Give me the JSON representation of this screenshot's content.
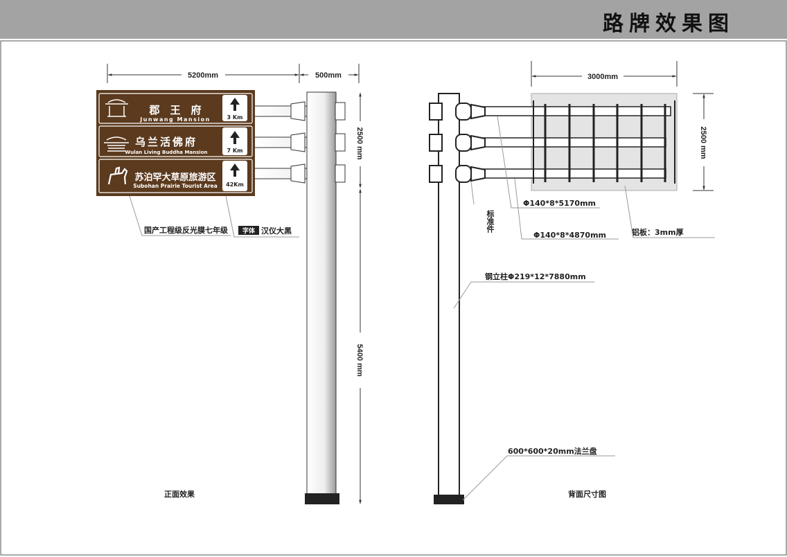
{
  "header": {
    "title": "路牌效果图"
  },
  "front": {
    "dim_width": "5200mm",
    "dim_arm": "500mm",
    "dim_sign_height": "2500 mm",
    "dim_pole_height": "5400 mm",
    "signs": [
      {
        "cn": "郡　王　府",
        "en": "Junwang  Mansion",
        "distance": "3 Km"
      },
      {
        "cn": "乌兰活佛府",
        "en": "Wulan Living Buddha Mansion",
        "distance": "7 Km"
      },
      {
        "cn": "苏泊罕大草原旅游区",
        "en": "Subohan Prairie Tourist Area",
        "distance": "42Km"
      }
    ],
    "film_label": "国产工程级反光膜七年级",
    "font_tag": "字体",
    "font_label": "汉仪大黑",
    "caption": "正面效果"
  },
  "back": {
    "dim_width": "3000mm",
    "dim_height": "2500 mm",
    "standard_part": "标准件",
    "arm_long": "Φ140*8*5170mm",
    "arm_short": "Φ140*8*4870mm",
    "plate": "铝板：3mm厚",
    "pole": "钢立柱Φ219*12*7880mm",
    "flange": "600*600*20mm法兰盘",
    "caption": "背面尺寸图"
  },
  "colors": {
    "header": "#a3a3a3",
    "sign": "#5b3a1e",
    "plate": "#e4e4e4"
  }
}
